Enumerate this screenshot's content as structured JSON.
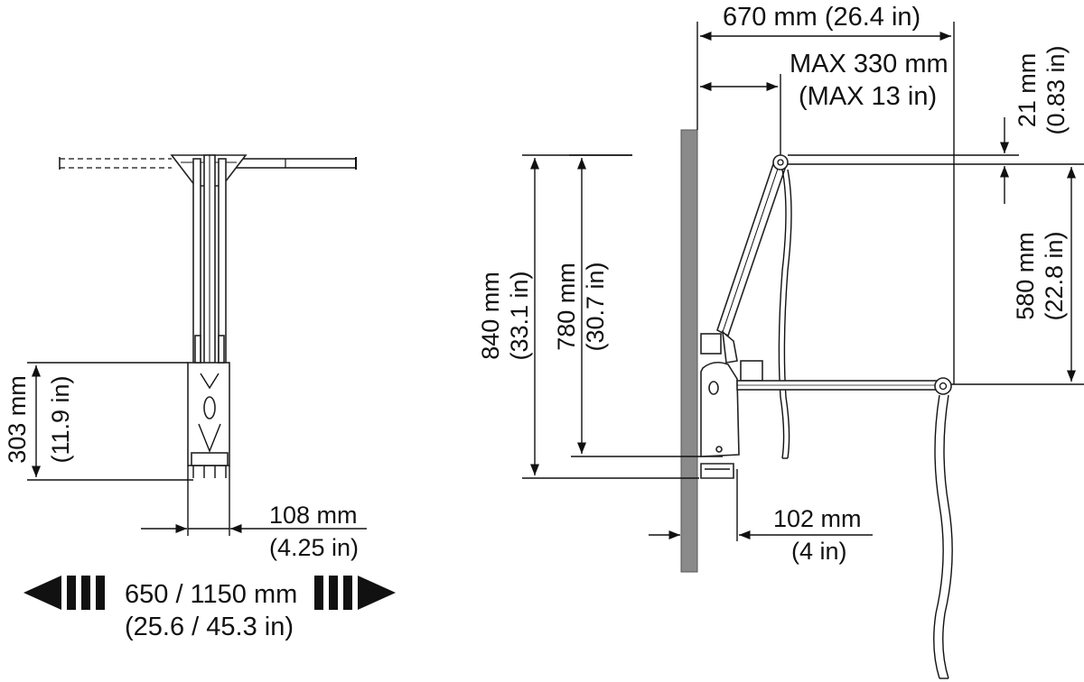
{
  "dimensions": {
    "front_height_mm": "303 mm",
    "front_height_in": "(11.9 in)",
    "front_width_mm": "108 mm",
    "front_width_in": "(4.25 in)",
    "rail_span_mm": "650 / 1150 mm",
    "rail_span_in": "(25.6 / 45.3 in)",
    "total_height_mm": "840 mm",
    "total_height_in": "(33.1 in)",
    "mount_height_mm": "780 mm",
    "mount_height_in": "(30.7 in)",
    "depth_mm": "670 mm (26.4 in)",
    "reach_mm": "MAX 330 mm",
    "reach_in": "(MAX 13 in)",
    "top_offset_mm": "21 mm",
    "top_offset_in": "(0.83 in)",
    "drop_mm": "580 mm",
    "drop_in": "(22.8 in)",
    "base_depth_mm": "102 mm",
    "base_depth_in": "(4 in)"
  },
  "colors": {
    "line": "#111111",
    "wall": "#8a8a8a"
  },
  "icons": {
    "left_arrow": "double-arrow-left-icon",
    "right_arrow": "double-arrow-right-icon"
  }
}
